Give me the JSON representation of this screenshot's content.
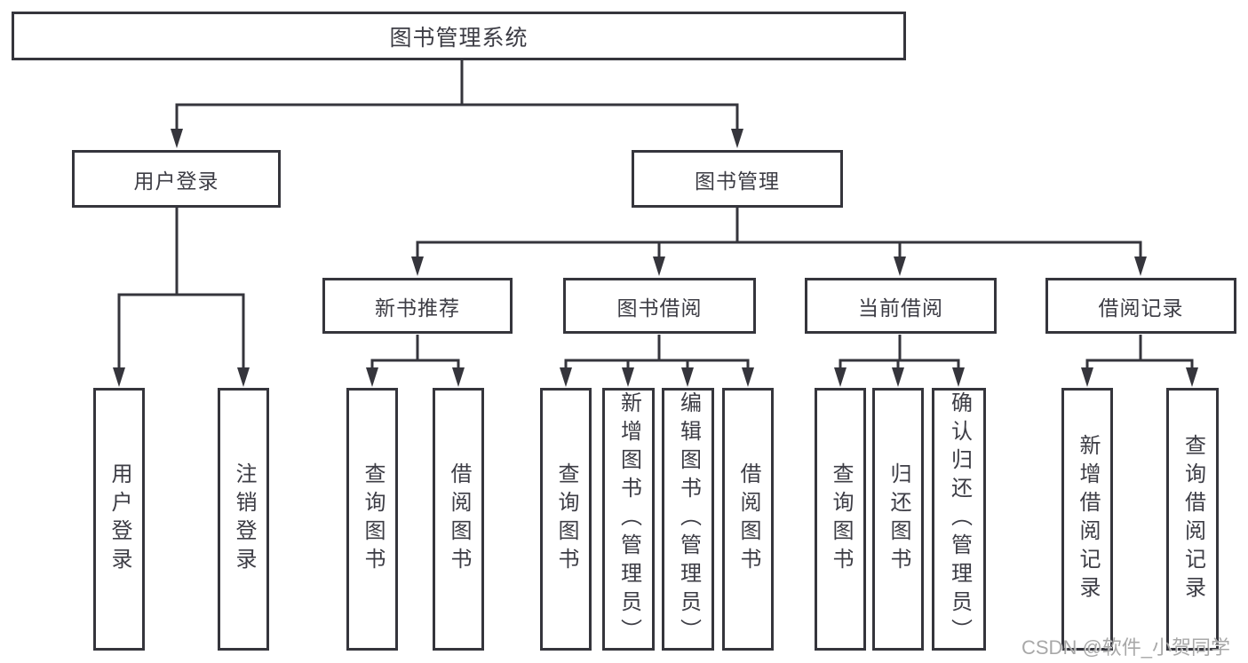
{
  "diagram_type": "hierarchy-tree",
  "colors": {
    "background": "#ffffff",
    "line": "#35353c",
    "box_border": "#35353c",
    "text": "#3d3d45",
    "watermark": "#9e9e9e"
  },
  "nodes": {
    "root": {
      "label": "图书管理系统"
    },
    "login": {
      "label": "用户登录"
    },
    "manage": {
      "label": "图书管理"
    },
    "newbook": {
      "label": "新书推荐"
    },
    "borrow": {
      "label": "图书借阅"
    },
    "current": {
      "label": "当前借阅"
    },
    "records": {
      "label": "借阅记录"
    },
    "login_user": {
      "label": "用户登录"
    },
    "login_logout": {
      "label": "注销登录"
    },
    "newbook_query": {
      "label": "查询图书"
    },
    "newbook_borrow": {
      "label": "借阅图书"
    },
    "borrow_query": {
      "label": "查询图书"
    },
    "borrow_add": {
      "label": "新增图书（管理员）"
    },
    "borrow_edit": {
      "label": "编辑图书（管理员）"
    },
    "borrow_borrow": {
      "label": "借阅图书"
    },
    "current_query": {
      "label": "查询图书"
    },
    "current_return": {
      "label": "归还图书"
    },
    "current_confirm": {
      "label": "确认归还（管理员）"
    },
    "records_add": {
      "label": "新增借阅记录"
    },
    "records_query": {
      "label": "查询借阅记录"
    }
  },
  "watermark": {
    "text": "CSDN @软件_小贺同学"
  }
}
